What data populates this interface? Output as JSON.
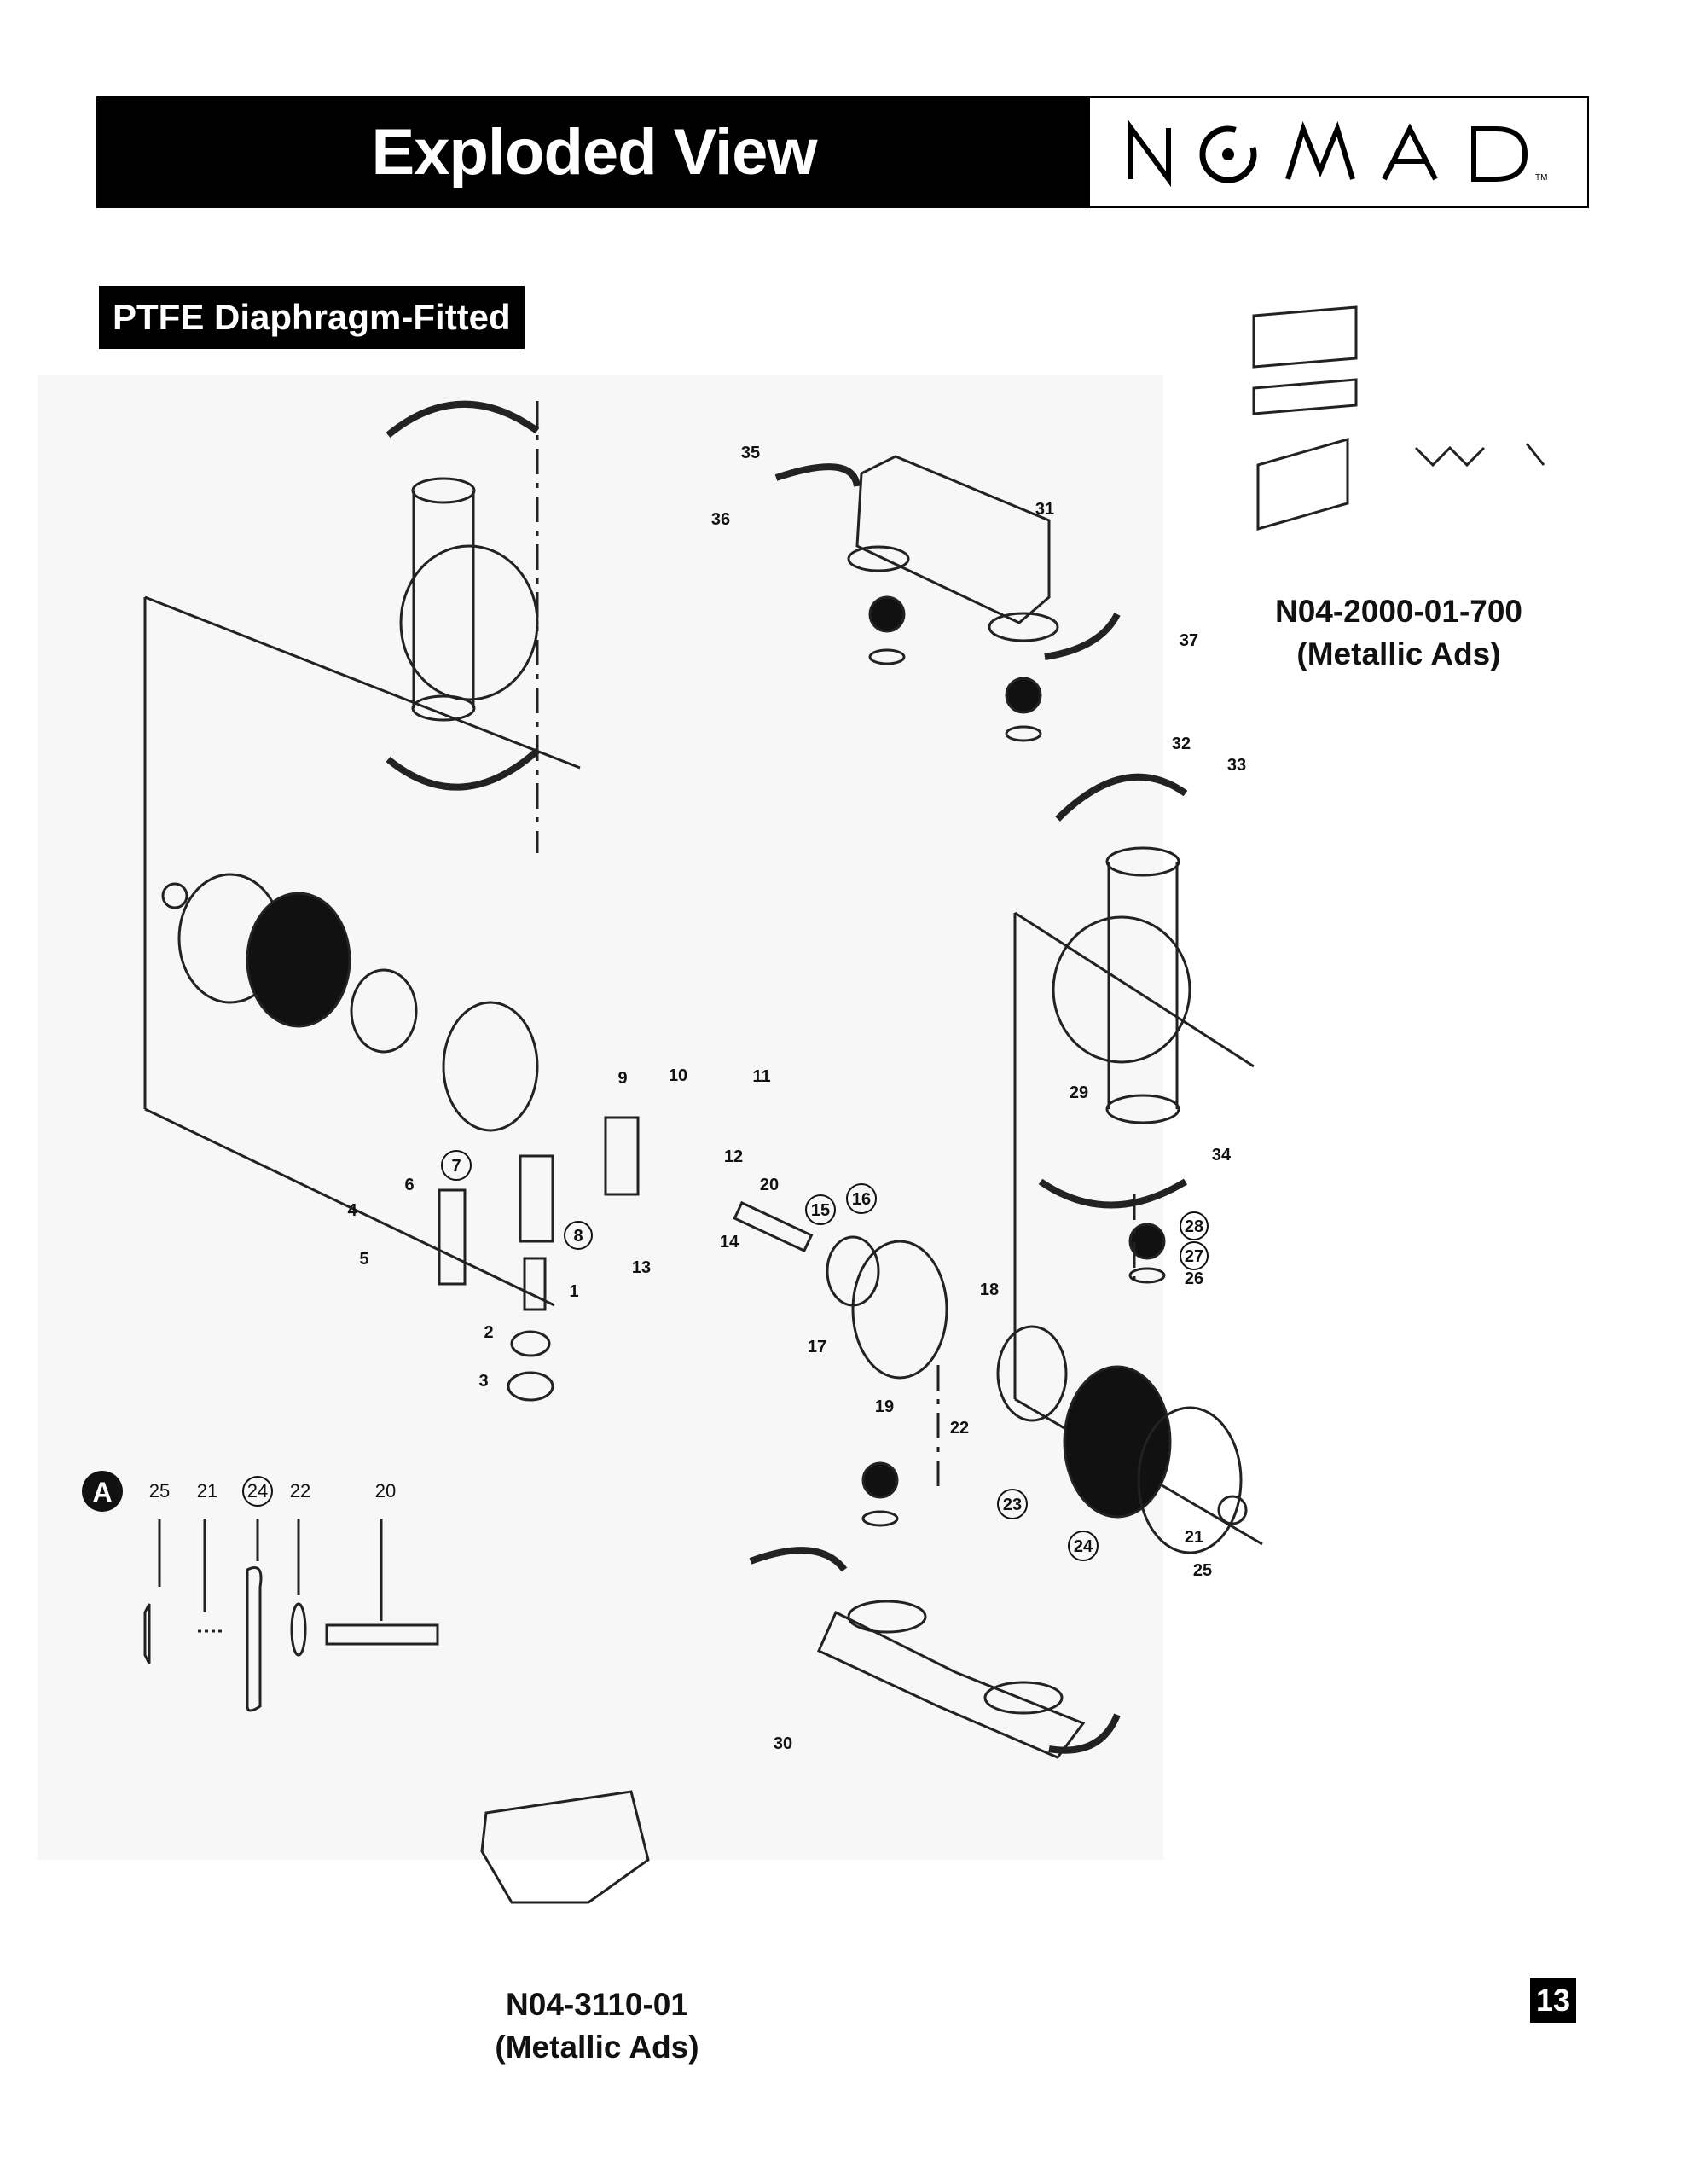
{
  "header": {
    "title": "Exploded View",
    "brand": "NOMAD",
    "trademark": "TM"
  },
  "subtitle": "PTFE Diaphragm-Fitted",
  "callouts": {
    "air_valve_kit": {
      "part_no": "N04-2000-01-700",
      "note": "(Metallic Ads)"
    },
    "center_block_kit": {
      "part_no": "N04-3110-01",
      "note": "(Metallic Ads)"
    }
  },
  "detail_a": {
    "marker": "A",
    "labels": [
      "25",
      "21",
      "24",
      "22",
      "20"
    ]
  },
  "part_labels": [
    "1",
    "2",
    "3",
    "4",
    "5",
    "6",
    "7",
    "8",
    "9",
    "10",
    "11",
    "12",
    "13",
    "14",
    "15",
    "16",
    "17",
    "18",
    "19",
    "20",
    "21",
    "22",
    "23",
    "24",
    "25",
    "26",
    "27",
    "28",
    "29",
    "30",
    "31",
    "32",
    "33",
    "34",
    "35",
    "36",
    "37"
  ],
  "page_number": "13",
  "colors": {
    "ink": "#000000",
    "paper": "#ffffff",
    "diagram_bg": "#f7f7f7"
  }
}
